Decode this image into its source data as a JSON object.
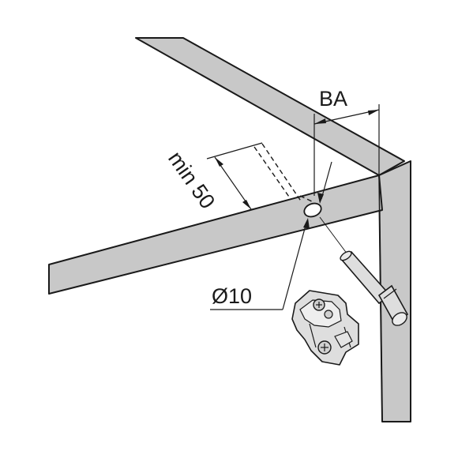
{
  "labels": {
    "ba": "BA",
    "min_distance": "min 50",
    "hole_diameter": "Ø10"
  },
  "colors": {
    "panel_fill": "#c8c8c8",
    "panel_stroke": "#1a1a1a",
    "part_fill": "#dedede",
    "background": "#ffffff"
  }
}
